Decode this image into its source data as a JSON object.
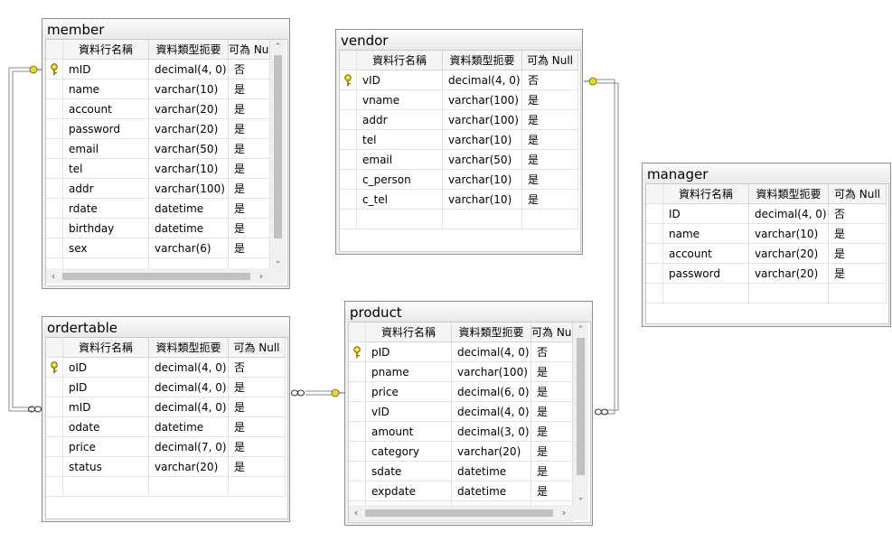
{
  "headers": {
    "column_name": "資料行名稱",
    "data_type": "資料類型扼要",
    "allow_null": "可為 Null"
  },
  "tables": {
    "member": {
      "name": "member",
      "rows": [
        {
          "col": "mID",
          "type": "decimal(4, 0)",
          "nul": "否",
          "pk": true
        },
        {
          "col": "name",
          "type": "varchar(10)",
          "nul": "是"
        },
        {
          "col": "account",
          "type": "varchar(20)",
          "nul": "是"
        },
        {
          "col": "password",
          "type": "varchar(20)",
          "nul": "是"
        },
        {
          "col": "email",
          "type": "varchar(50)",
          "nul": "是"
        },
        {
          "col": "tel",
          "type": "varchar(10)",
          "nul": "是"
        },
        {
          "col": "addr",
          "type": "varchar(100)",
          "nul": "是"
        },
        {
          "col": "rdate",
          "type": "datetime",
          "nul": "是"
        },
        {
          "col": "birthday",
          "type": "datetime",
          "nul": "是"
        },
        {
          "col": "sex",
          "type": "varchar(6)",
          "nul": "是"
        }
      ]
    },
    "vendor": {
      "name": "vendor",
      "rows": [
        {
          "col": "vID",
          "type": "decimal(4, 0)",
          "nul": "否",
          "pk": true
        },
        {
          "col": "vname",
          "type": "varchar(100)",
          "nul": "是"
        },
        {
          "col": "addr",
          "type": "varchar(100)",
          "nul": "是"
        },
        {
          "col": "tel",
          "type": "varchar(10)",
          "nul": "是"
        },
        {
          "col": "email",
          "type": "varchar(50)",
          "nul": "是"
        },
        {
          "col": "c_person",
          "type": "varchar(10)",
          "nul": "是"
        },
        {
          "col": "c_tel",
          "type": "varchar(10)",
          "nul": "是"
        }
      ]
    },
    "manager": {
      "name": "manager",
      "rows": [
        {
          "col": "ID",
          "type": "decimal(4, 0)",
          "nul": "否"
        },
        {
          "col": "name",
          "type": "varchar(10)",
          "nul": "是"
        },
        {
          "col": "account",
          "type": "varchar(20)",
          "nul": "是"
        },
        {
          "col": "password",
          "type": "varchar(20)",
          "nul": "是"
        }
      ]
    },
    "ordertable": {
      "name": "ordertable",
      "rows": [
        {
          "col": "oID",
          "type": "decimal(4, 0)",
          "nul": "否",
          "pk": true
        },
        {
          "col": "pID",
          "type": "decimal(4, 0)",
          "nul": "是"
        },
        {
          "col": "mID",
          "type": "decimal(4, 0)",
          "nul": "是"
        },
        {
          "col": "odate",
          "type": "datetime",
          "nul": "是"
        },
        {
          "col": "price",
          "type": "decimal(7, 0)",
          "nul": "是"
        },
        {
          "col": "status",
          "type": "varchar(20)",
          "nul": "是"
        }
      ]
    },
    "product": {
      "name": "product",
      "rows": [
        {
          "col": "pID",
          "type": "decimal(4, 0)",
          "nul": "否",
          "pk": true
        },
        {
          "col": "pname",
          "type": "varchar(100)",
          "nul": "是"
        },
        {
          "col": "price",
          "type": "decimal(6, 0)",
          "nul": "是"
        },
        {
          "col": "vID",
          "type": "decimal(4, 0)",
          "nul": "是"
        },
        {
          "col": "amount",
          "type": "decimal(3, 0)",
          "nul": "是"
        },
        {
          "col": "category",
          "type": "varchar(20)",
          "nul": "是"
        },
        {
          "col": "sdate",
          "type": "datetime",
          "nul": "是"
        },
        {
          "col": "expdate",
          "type": "datetime",
          "nul": "是"
        }
      ]
    }
  },
  "colors": {
    "key_icon": "#e8d000",
    "link_line": "#808080",
    "endpoint": "#f0e000"
  }
}
